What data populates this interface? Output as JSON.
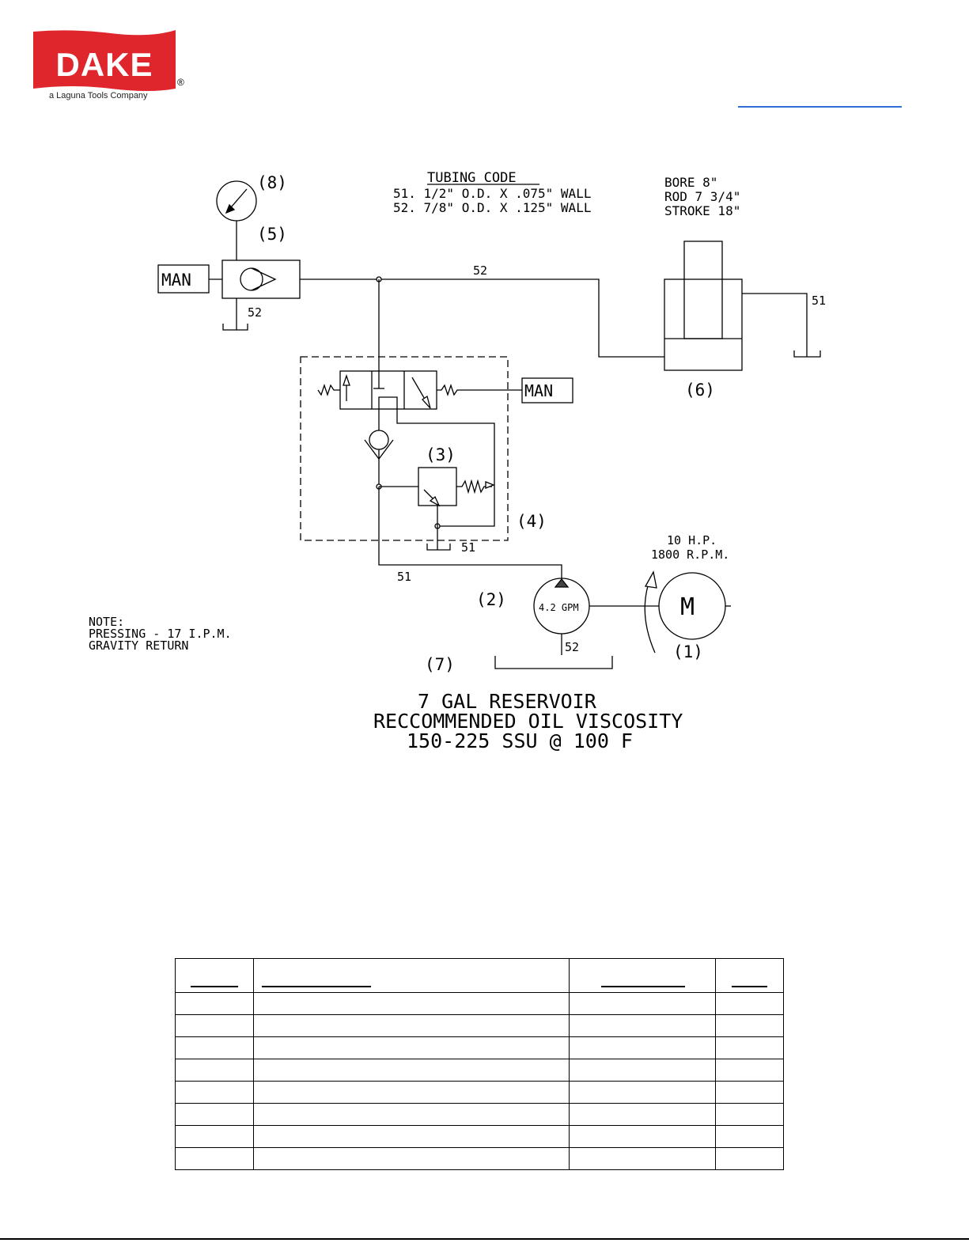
{
  "brand": {
    "logo_text": "DAKE",
    "registered_mark": "®",
    "tagline": "a Laguna Tools Company",
    "color_red": "#e0262d"
  },
  "schematic": {
    "tubing_code_title": "TUBING CODE",
    "tubing_code_lines": [
      "51. 1/2\" O.D. X .075\" WALL",
      "52. 7/8\" O.D. X .125\" WALL"
    ],
    "cylinder_specs": [
      "BORE  8\"",
      "ROD   7 3/4\"",
      "STROKE 18\""
    ],
    "component_labels": {
      "motor": "(1)",
      "pump": "(2)",
      "relief_valve": "(3)",
      "valve_assembly": "(4)",
      "check_valve": "(5)",
      "cylinder": "(6)",
      "reservoir": "(7)",
      "gauge": "(8)"
    },
    "man_left": "MAN",
    "man_right": "MAN",
    "line_labels": {
      "main_line": "52",
      "check_drain": "52",
      "cylinder_drain": "51",
      "valve_drain": "51",
      "pump_inlet": "51",
      "pump_suction": "52"
    },
    "pump_flow": "4.2 GPM",
    "motor_letter": "M",
    "motor_specs": [
      "10 H.P.",
      "1800 R.P.M."
    ],
    "note_lines": [
      "NOTE:",
      "PRESSING - 17 I.P.M.",
      "GRAVITY RETURN"
    ],
    "reservoir_lines": [
      "7 GAL RESERVOIR",
      "RECCOMMENDED OIL VISCOSITY",
      "150-225 SSU @ 100 F"
    ]
  },
  "parts_table": {
    "column_count": 4,
    "body_row_count": 8
  }
}
